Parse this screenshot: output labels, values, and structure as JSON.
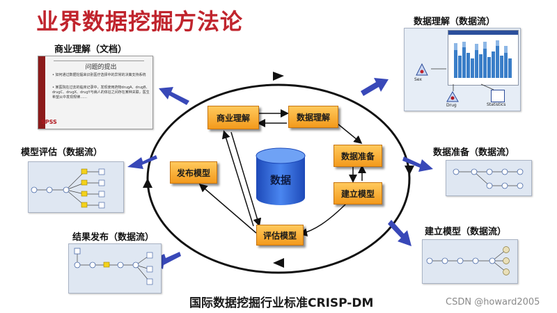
{
  "title": "业界数据挖掘方法论",
  "caption": "国际数据挖掘行业标准CRISP-DM",
  "watermark": "CSDN @howard2005",
  "center_label": "数据",
  "phases": {
    "business": "商业理解",
    "data_understanding": "数据理解",
    "data_prep": "数据准备",
    "modeling": "建立模型",
    "evaluation": "评估模型",
    "deployment": "发布模型"
  },
  "panels": {
    "business_doc": {
      "label": "商业理解（文档）",
      "heading": "问题的提出",
      "bullets": [
        "• 如何通过数据挖掘来识别医疗选择中的异常的决策支持系统",
        "• 某医院在过去的临床记录中，发现使用药物drugA、drugB、drugC、drugX、drugY与病人的体征之间存在某种关联，医生希望从中发现规律……"
      ],
      "brand": "SPSS"
    },
    "data_understanding": {
      "label": "数据理解（数据流）",
      "node_labels": [
        "Drug",
        "Statistics",
        "Sex"
      ]
    },
    "data_prep": {
      "label": "数据准备（数据流）"
    },
    "modeling": {
      "label": "建立模型（数据流）"
    },
    "model_eval": {
      "label": "模型评估（数据流）"
    },
    "result_publish": {
      "label": "结果发布（数据流）"
    }
  },
  "colors": {
    "title": "#c0242d",
    "phase_box": "#f7a928",
    "cylinder": "#2e63d8",
    "outward_arrow": "#3848b8",
    "cycle_ring": "#111111"
  }
}
